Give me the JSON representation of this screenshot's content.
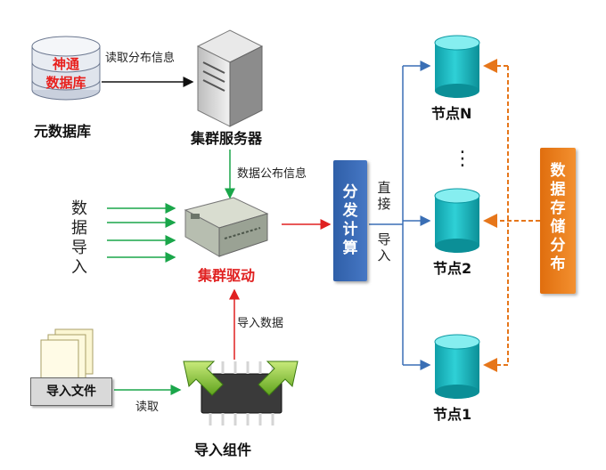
{
  "metadb": {
    "name_line1": "神通",
    "name_line2": "数据库",
    "label": "元数据库"
  },
  "server": {
    "label": "集群服务器"
  },
  "driver": {
    "label": "集群驱动"
  },
  "import_component": {
    "label": "导入组件"
  },
  "import_file": {
    "label": "导入文件"
  },
  "edges": {
    "read_dist_info": "读取分布信息",
    "pub_dist_info": "数据公布信息",
    "import_data": "导入数据",
    "read": "读取"
  },
  "data_import_chars": [
    "数",
    "据",
    "导",
    "入"
  ],
  "calc_chars": [
    "分",
    "发",
    "计",
    "算"
  ],
  "direct_chars": [
    "直",
    "接"
  ],
  "import_chars": [
    "导",
    "入"
  ],
  "dist_chars": [
    "数",
    "据",
    "存",
    "储",
    "分",
    "布"
  ],
  "nodes": {
    "n": "节点N",
    "n2": "节点2",
    "n1": "节点1",
    "ellipsis": "⋮"
  },
  "colors": {
    "green": "#1aa64a",
    "red": "#e02020",
    "blue": "#3a6fb5",
    "orange": "#e6761a",
    "cyan_top": "#7de8e8",
    "cyan_body": "#14b7bf"
  }
}
